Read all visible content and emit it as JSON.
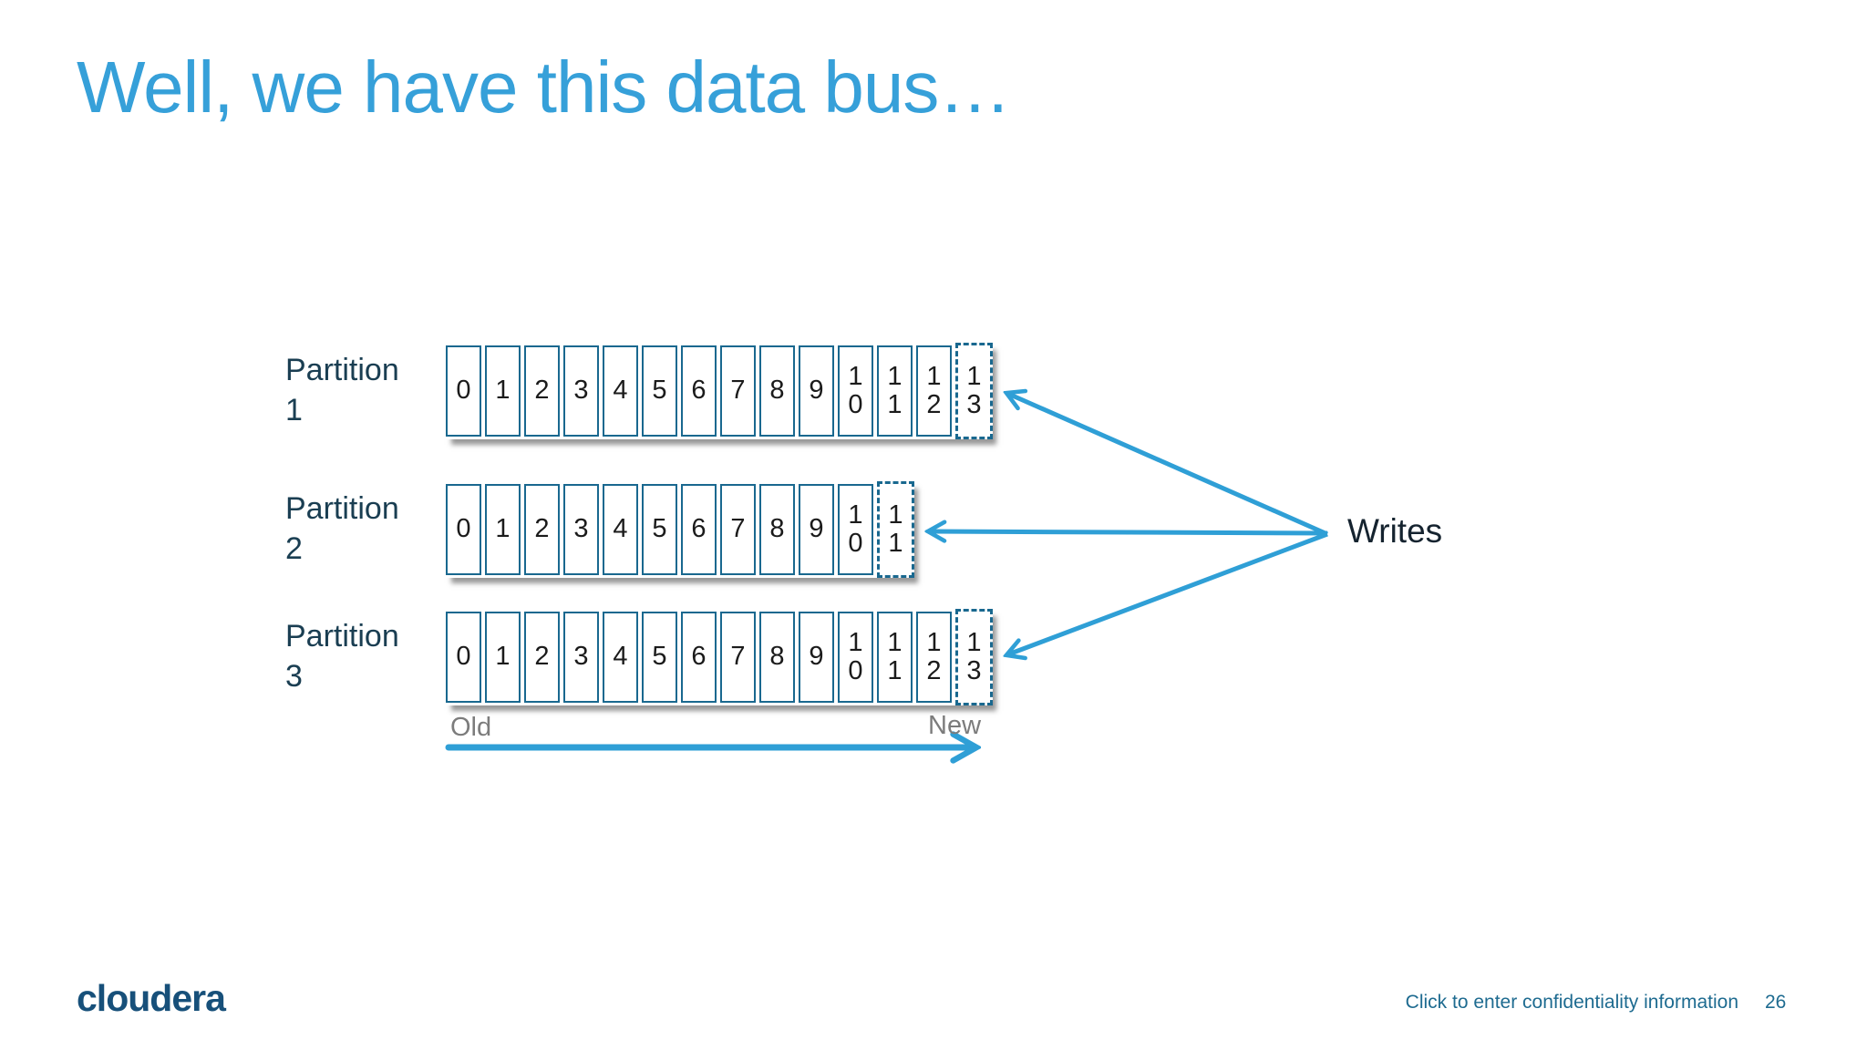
{
  "slide": {
    "title": "Well, we have this data bus…",
    "diagram": {
      "writes_label": "Writes",
      "old_label": "Old",
      "new_label": "New",
      "partitions": [
        {
          "label_line1": "Partition",
          "label_line2": "1",
          "solid_cells": [
            "0",
            "1",
            "2",
            "3",
            "4",
            "5",
            "6",
            "7",
            "8",
            "9",
            "1\n0",
            "1\n1",
            "1\n2"
          ],
          "dashed_cell": "1\n3"
        },
        {
          "label_line1": "Partition",
          "label_line2": "2",
          "solid_cells": [
            "0",
            "1",
            "2",
            "3",
            "4",
            "5",
            "6",
            "7",
            "8",
            "9",
            "1\n0"
          ],
          "dashed_cell": "1\n1"
        },
        {
          "label_line1": "Partition",
          "label_line2": "3",
          "solid_cells": [
            "0",
            "1",
            "2",
            "3",
            "4",
            "5",
            "6",
            "7",
            "8",
            "9",
            "1\n0",
            "1\n1",
            "1\n2"
          ],
          "dashed_cell": "1\n3"
        }
      ]
    },
    "footer": {
      "logo_text": "cloudera",
      "confidentiality_text": "Click to enter confidentiality information",
      "page_number": "26"
    },
    "colors": {
      "title_blue": "#36A0D9",
      "arrow_blue": "#2F9FD6",
      "cell_border_teal": "#19688F",
      "partition_label": "#1A3E52",
      "writes_text": "#15232F",
      "old_new_gray": "#7C7C7C",
      "footer_blue": "#1E6B90",
      "logo_navy": "#17507A"
    }
  }
}
